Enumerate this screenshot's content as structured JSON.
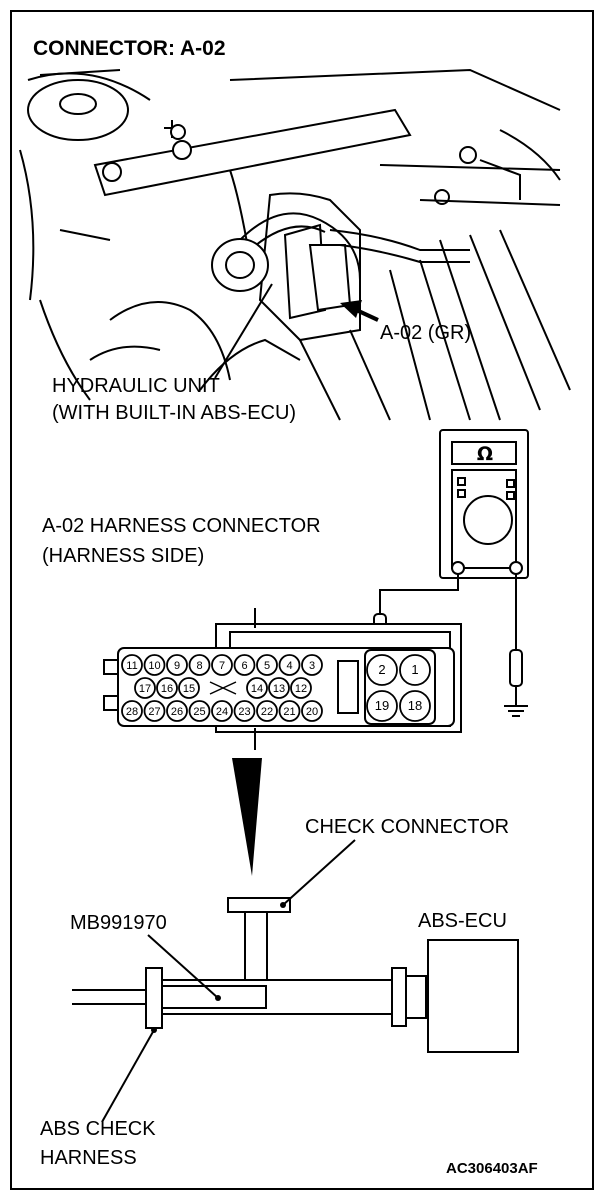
{
  "header": {
    "title": "CONNECTOR: A-02"
  },
  "photo": {
    "connector_callout": "A-02 (GR)",
    "unit_label_line1": "HYDRAULIC UNIT",
    "unit_label_line2": "(WITH BUILT-IN ABS-ECU)"
  },
  "harness": {
    "label_line1": "A-02 HARNESS CONNECTOR",
    "label_line2": "(HARNESS SIDE)",
    "top_row_pins": [
      "11",
      "10",
      "9",
      "8",
      "7",
      "6",
      "5",
      "4",
      "3"
    ],
    "middle_row_pins": [
      "17",
      "16",
      "15",
      "14",
      "13",
      "12"
    ],
    "bottom_row_pins": [
      "28",
      "27",
      "26",
      "25",
      "24",
      "23",
      "22",
      "21",
      "20"
    ],
    "right_block_pins": [
      "2",
      "1",
      "19",
      "18"
    ]
  },
  "meter": {
    "symbol": "Ω"
  },
  "setup": {
    "check_connector": "CHECK CONNECTOR",
    "tool_id": "MB991970",
    "ecu": "ABS-ECU",
    "check_harness_line1": "ABS CHECK",
    "check_harness_line2": "HARNESS"
  },
  "footer": {
    "figure_code": "AC306403AF"
  }
}
